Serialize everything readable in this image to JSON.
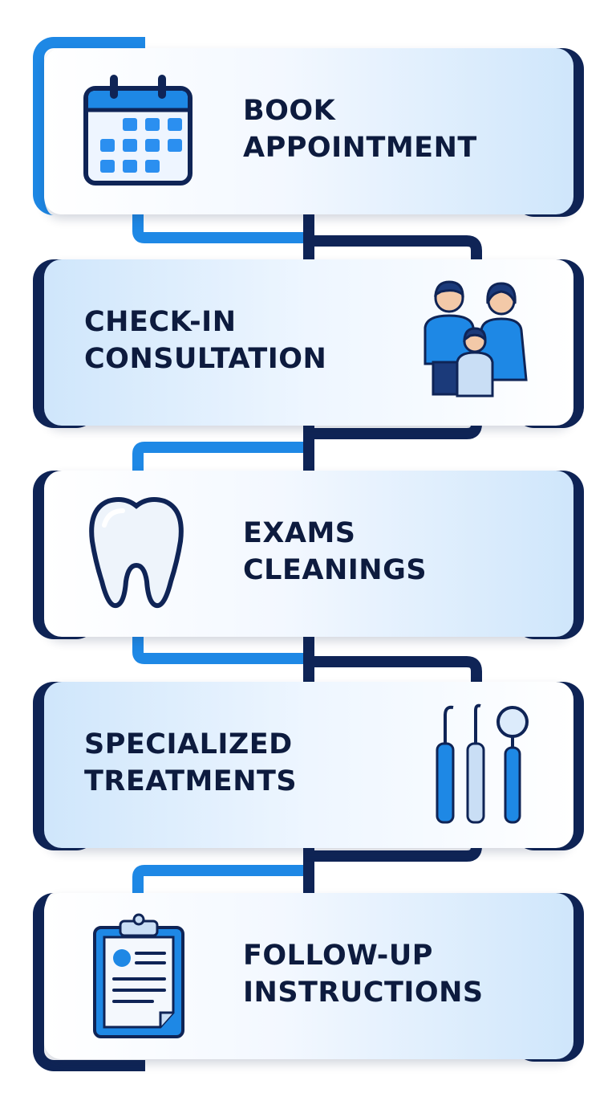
{
  "colors": {
    "navy": "#0f2456",
    "blue": "#1e88e5",
    "text": "#0d1b3e"
  },
  "steps": [
    {
      "line1": "BOOK",
      "line2": "APPOINTMENT",
      "icon": "calendar-icon"
    },
    {
      "line1": "CHECK-IN",
      "line2": "CONSULTATION",
      "icon": "family-icon"
    },
    {
      "line1": "EXAMS",
      "line2": "CLEANINGS",
      "icon": "tooth-icon"
    },
    {
      "line1": "SPECIALIZED",
      "line2": "TREATMENTS",
      "icon": "dental-tools-icon"
    },
    {
      "line1": "FOLLOW-UP",
      "line2": "INSTRUCTIONS",
      "icon": "clipboard-icon"
    }
  ]
}
